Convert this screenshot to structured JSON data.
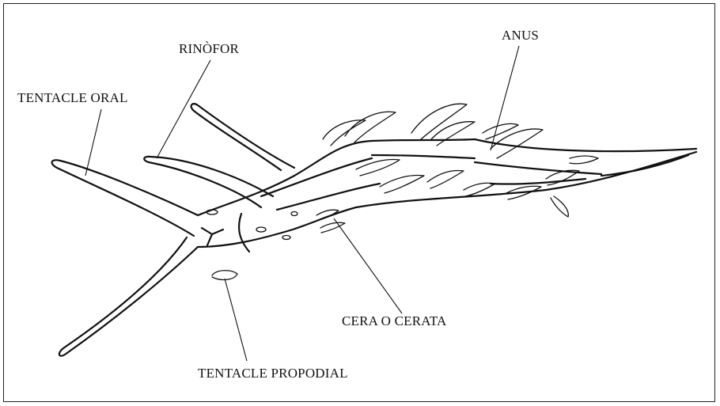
{
  "labels": {
    "tentacle_oral": "TENTACLE ORAL",
    "rinofor": "RINÒFOR",
    "anus": "ANUS",
    "cera": "CERA O CERATA",
    "tentacle_propodial": "TENTACLE PROPODIAL"
  }
}
